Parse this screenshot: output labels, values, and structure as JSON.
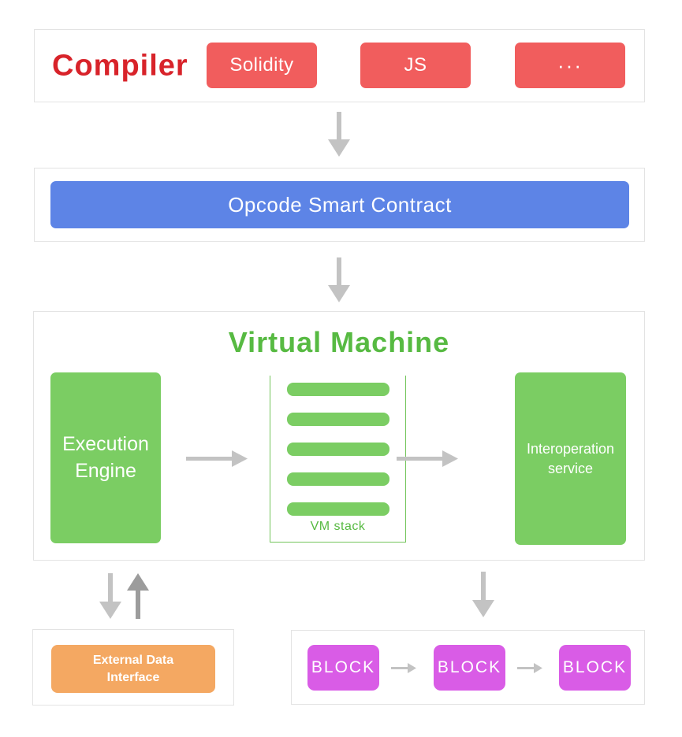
{
  "compiler": {
    "title": "Compiler",
    "buttons": [
      {
        "label": "Solidity"
      },
      {
        "label": "JS"
      },
      {
        "label": "···"
      }
    ]
  },
  "opcode": {
    "label": "Opcode Smart Contract"
  },
  "vm": {
    "title": "Virtual Machine",
    "execution_engine_label": "Execution Engine",
    "stack_label": "VM stack",
    "stack_bar_count": 5,
    "interoperation_label": "Interoperation service"
  },
  "external_data": {
    "label": "External Data Interface"
  },
  "blockchain": {
    "blocks": [
      {
        "label": "BLOCK"
      },
      {
        "label": "BLOCK"
      },
      {
        "label": "BLOCK"
      }
    ]
  },
  "colors": {
    "compiler_title_red": "#d8232a",
    "language_button_red": "#f15d5d",
    "opcode_blue": "#5d84e6",
    "vm_green_box": "#7bcd63",
    "vm_green_text": "#57ba42",
    "external_orange": "#f4a862",
    "block_magenta": "#d95ce6",
    "arrow_light_gray": "#c3c3c3",
    "arrow_dark_gray": "#9c9c9c",
    "section_border_gray": "#e3e3e3"
  }
}
